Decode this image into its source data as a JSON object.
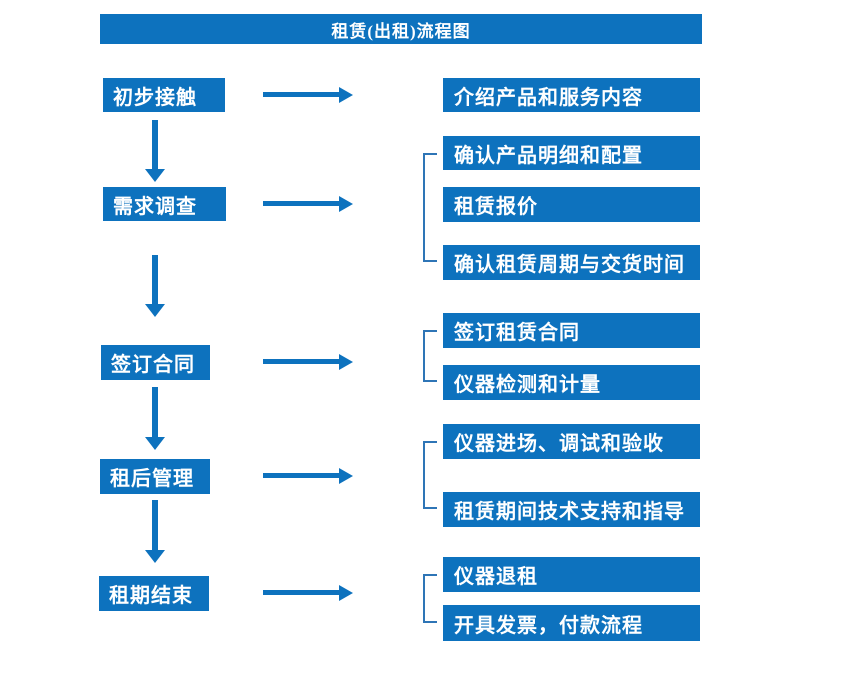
{
  "title": "租赁(出租)流程图",
  "colors": {
    "box_blue": "#0D72BE",
    "bracket_blue": "#2E75B6",
    "text_white": "#ffffff",
    "background": "#ffffff"
  },
  "flow": {
    "steps": [
      {
        "label": "初步接触",
        "outputs": [
          "介绍产品和服务内容"
        ]
      },
      {
        "label": "需求调查",
        "outputs": [
          "确认产品明细和配置",
          "租赁报价",
          "确认租赁周期与交货时间"
        ]
      },
      {
        "label": "签订合同",
        "outputs": [
          "签订租赁合同",
          "仪器检测和计量"
        ]
      },
      {
        "label": "租后管理",
        "outputs": [
          "仪器进场、调试和验收",
          "租赁期间技术支持和指导"
        ]
      },
      {
        "label": "租期结束",
        "outputs": [
          "仪器退租",
          "开具发票，付款流程"
        ]
      }
    ]
  }
}
